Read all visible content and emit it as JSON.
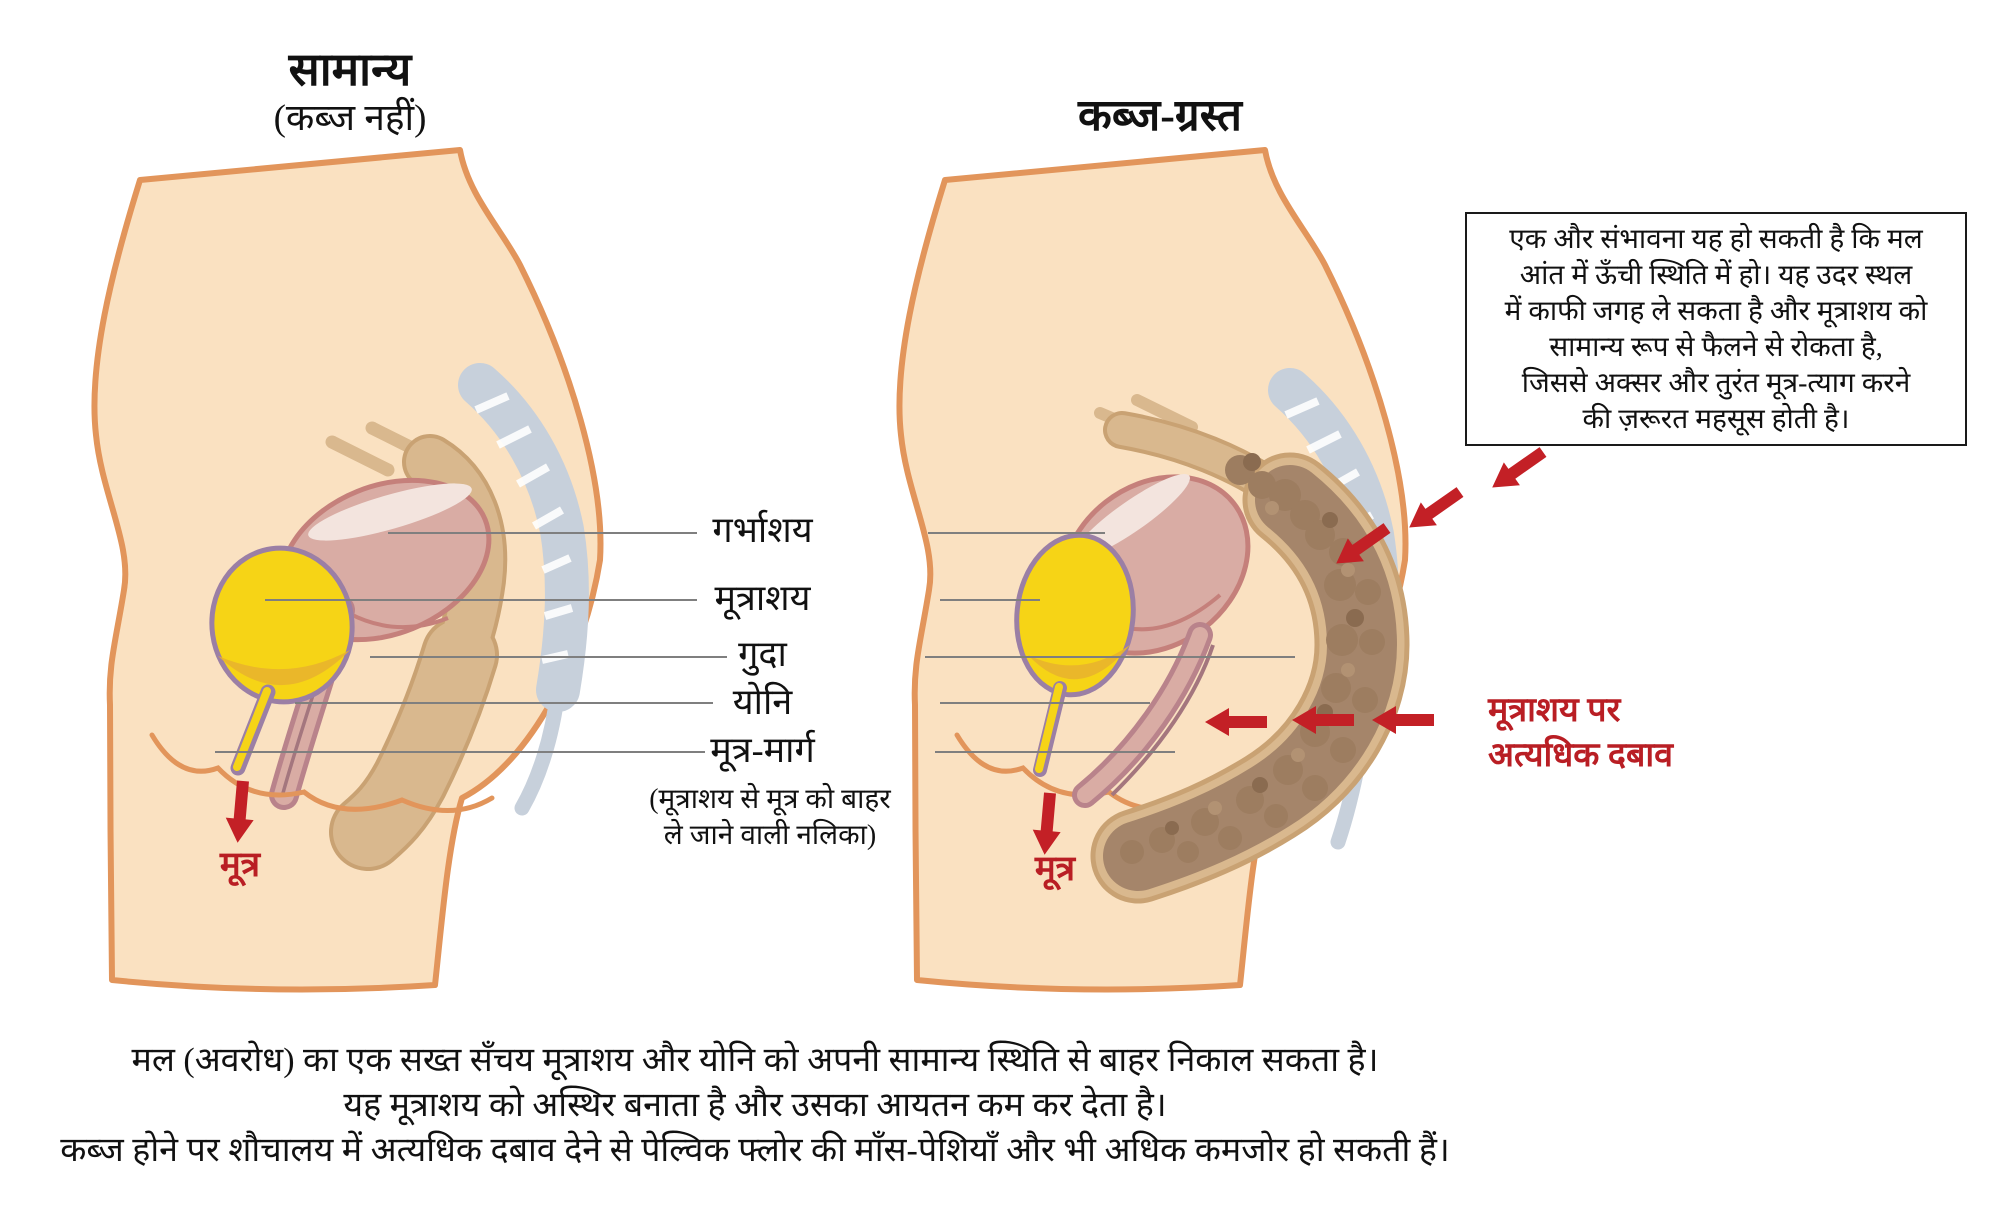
{
  "titles": {
    "left": {
      "title": "सामान्य",
      "subtitle": "(कब्ज नहीं)"
    },
    "right": {
      "title": "कब्ज-ग्रस्त"
    }
  },
  "info_box": {
    "lines": [
      "एक और संभावना यह हो सकती है कि मल",
      "आंत में ऊँची स्थिति में हो। यह उदर स्थल",
      "में काफी जगह ले सकता है और मूत्राशय को",
      "सामान्य रूप से फैलने से रोकता है,",
      "जिससे अक्सर और तुरंत मूत्र-त्याग करने",
      "की ज़रूरत महसूस होती है।"
    ]
  },
  "labels": {
    "items": [
      {
        "text": "गर्भाशय"
      },
      {
        "text": "मूत्राशय"
      },
      {
        "text": "गुदा"
      },
      {
        "text": "योनि"
      },
      {
        "text": "मूत्र-मार्ग"
      }
    ],
    "urethra_note": [
      "(मूत्राशय से मूत्र को बाहर",
      "ले जाने वाली नलिका)"
    ]
  },
  "annotations": {
    "urine_left": "मूत्र",
    "urine_right": "मूत्र",
    "pressure": [
      "मूत्राशय पर",
      "अत्यधिक दबाव"
    ]
  },
  "caption": {
    "lines": [
      "मल (अवरोध) का एक सख्त सँचय मूत्राशय और योनि को अपनी सामान्य स्थिति से बाहर निकाल सकता है।",
      "यह मूत्राशय को अस्थिर बनाता है और उसका आयतन कम कर देता है।",
      "कब्ज होने पर शौचालय में अत्यधिक दबाव देने से पेल्विक फ्लोर की माँस-पेशियाँ और भी अधिक कमजोर हो सकती हैं।"
    ]
  },
  "colors": {
    "skin": "#FAE1C1",
    "body_outline": "#E2955B",
    "spine": "#C7D0DB",
    "colon": "#D9B88E",
    "colon_edge": "#C9A273",
    "uterus": "#D9ACA4",
    "uterus_edge": "#C5807B",
    "bladder": "#F6D416",
    "bladder_edge": "#9B7FA5",
    "stool": "#9D7D60",
    "arrow_red": "#C32026",
    "text_red": "#B91E24",
    "leader_gray": "#7F7F7F"
  }
}
